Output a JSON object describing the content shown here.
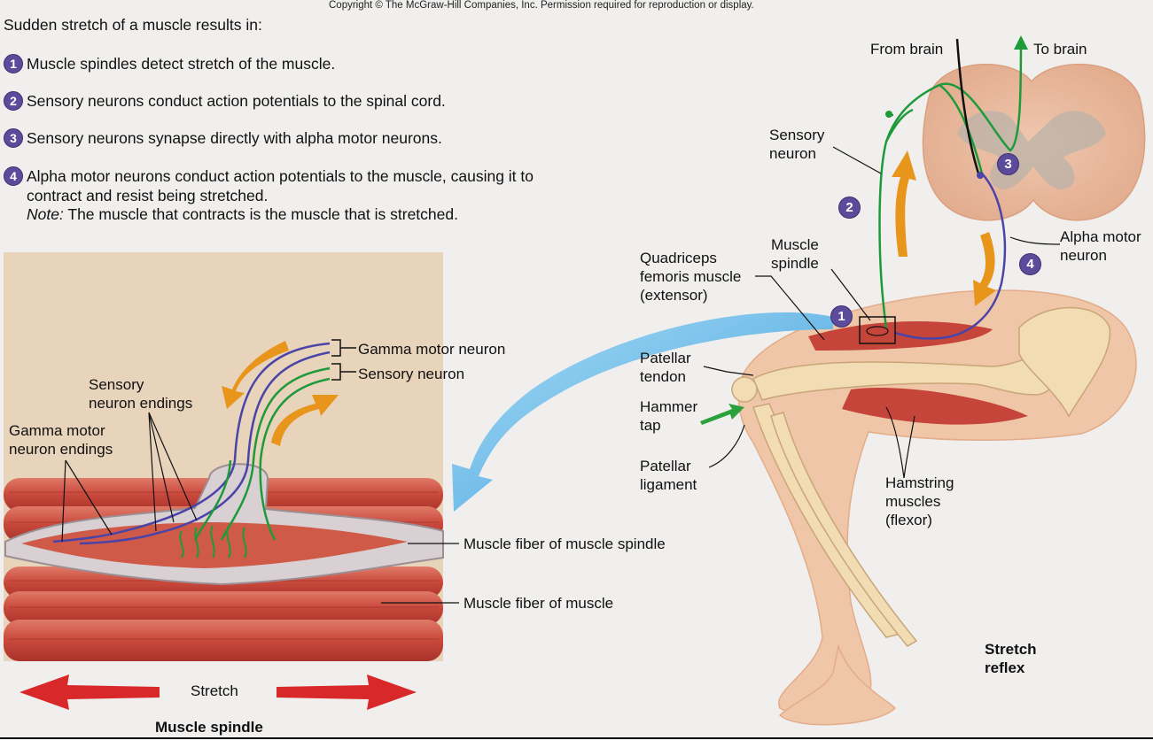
{
  "copyright": "Copyright © The McGraw-Hill Companies, Inc. Permission required for reproduction or display.",
  "heading": "Sudden stretch of a muscle results in:",
  "steps": [
    {
      "num": "1",
      "text": "Muscle spindles detect stretch of the muscle."
    },
    {
      "num": "2",
      "text": "Sensory neurons conduct action potentials to the spinal cord."
    },
    {
      "num": "3",
      "text": "Sensory neurons synapse directly with alpha motor neurons."
    },
    {
      "num": "4",
      "text": "Alpha motor neurons conduct action potentials to the muscle, causing it to\ncontract and resist being stretched."
    }
  ],
  "note": {
    "prefix": "Note:",
    "text": " The muscle that contracts is the muscle that is stretched."
  },
  "spindle_panel": {
    "gamma_motor_neuron": "Gamma motor neuron",
    "sensory_neuron": "Sensory neuron",
    "sensory_neuron_endings": "Sensory\nneuron endings",
    "gamma_motor_neuron_endings": "Gamma motor\nneuron endings",
    "muscle_fiber_of_spindle": "Muscle fiber of muscle spindle",
    "muscle_fiber_of_muscle": "Muscle fiber of muscle",
    "stretch": "Stretch",
    "title": "Muscle spindle"
  },
  "reflex_panel": {
    "from_brain": "From brain",
    "to_brain": "To brain",
    "sensory_neuron": "Sensory\nneuron",
    "alpha_motor_neuron": "Alpha motor\nneuron",
    "muscle_spindle": "Muscle\nspindle",
    "quadriceps": "Quadriceps\nfemoris muscle\n(extensor)",
    "patellar_tendon": "Patellar\ntendon",
    "hammer_tap": "Hammer\ntap",
    "patellar_ligament": "Patellar\nligament",
    "hamstring": "Hamstring\nmuscles\n(flexor)",
    "title": "Stretch\nreflex",
    "bubbles": [
      "1",
      "2",
      "3",
      "4"
    ]
  },
  "colors": {
    "sensory": "#1f9a3a",
    "motor": "#4b44a8",
    "arrow_orange": "#e8951c",
    "arrow_blue": "#5ab4e6",
    "arrow_red": "#d8282a",
    "muscle": "#c6453a",
    "skin": "#f0c6a8"
  }
}
